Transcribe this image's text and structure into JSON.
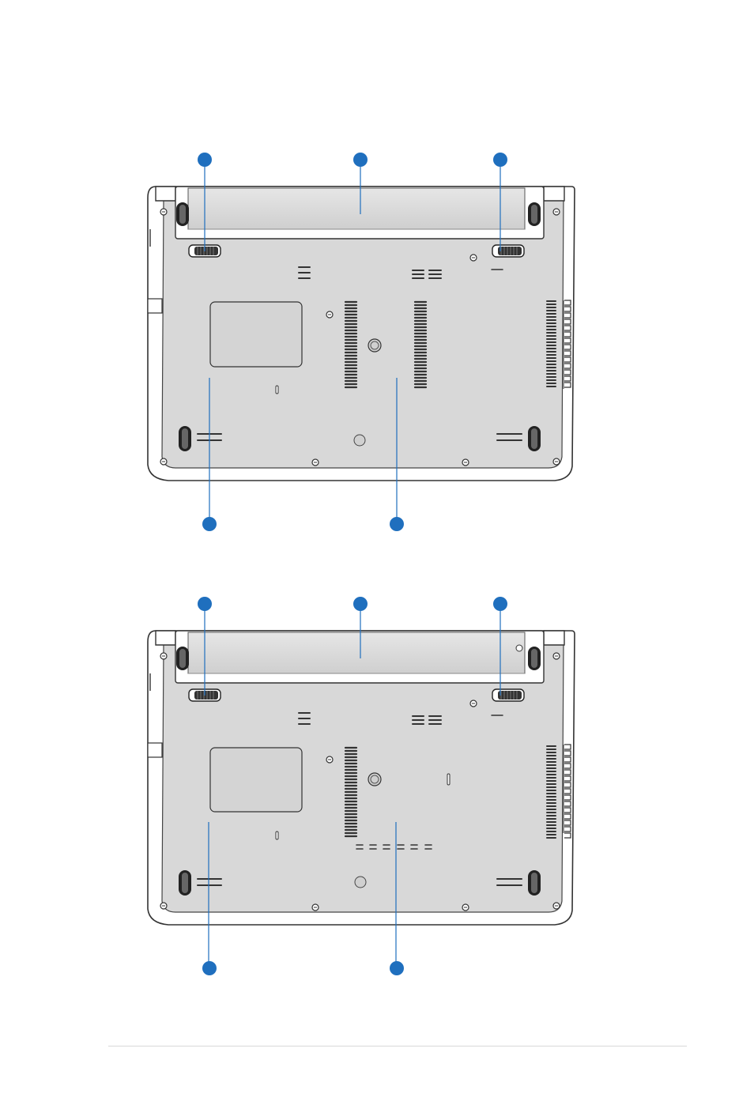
{
  "page": {
    "type": "manual-illustration-page",
    "callout_color": "#1f6fbe",
    "outline_color": "#333333",
    "panel_color": "#d8d8d8"
  },
  "figures": [
    {
      "id": "top",
      "variant": "dual-memory-vents",
      "callouts": 5
    },
    {
      "id": "bottom",
      "variant": "single-memory-vent",
      "callouts": 5
    }
  ]
}
